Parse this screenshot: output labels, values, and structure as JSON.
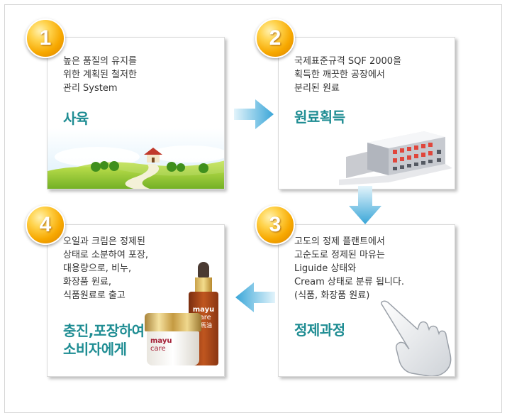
{
  "steps": [
    {
      "number": "1",
      "desc": "높은 품질의 유지를\n위한 계획된 철저한\n관리 System",
      "title": "사육"
    },
    {
      "number": "2",
      "desc": "국제표준규격 SQF 2000을\n획득한 깨끗한 공장에서\n분리된 원료",
      "title": "원료획득"
    },
    {
      "number": "3",
      "desc": "고도의 정제 플랜트에서\n고순도로 정제된 마유는\nLiguide 상태와\nCream 상태로 분류 됩니다.\n(식품, 화장품 원료)",
      "title": "정제과정"
    },
    {
      "number": "4",
      "desc": "오일과 크림은 정제된\n상태로 소분하여 포장,\n대용량으로, 비누,\n화장품 원료,\n식품원료로 출고",
      "title": "충진,포장하여\n소비자에게"
    }
  ],
  "products": {
    "bottle_brand": "mayu",
    "bottle_sub": "care",
    "bottle_hanja": "純馬油",
    "jar_brand": "mayu",
    "jar_sub": "care"
  },
  "colors": {
    "accent": "#1f8d93",
    "badge": "#f7a800",
    "arrow": "#4cb3df"
  }
}
